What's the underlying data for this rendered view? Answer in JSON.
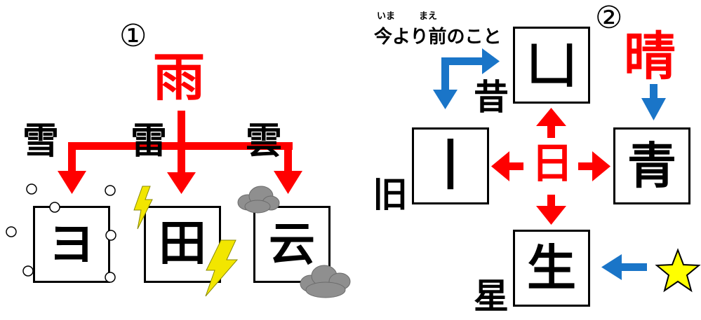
{
  "colors": {
    "red": "#ff0000",
    "blue": "#1a75c8",
    "black": "#000000",
    "cloud": "#8f8f8f",
    "lightning": "#f2e600",
    "star": "#ffff00"
  },
  "part1": {
    "number": "①",
    "main_kanji": "雨",
    "derived": [
      {
        "kanji": "雪",
        "component": "ヨ"
      },
      {
        "kanji": "雷",
        "component": "田"
      },
      {
        "kanji": "雲",
        "component": "云"
      }
    ]
  },
  "part2": {
    "number": "②",
    "note_text": "今より前のこと",
    "note_ruby_ima": "いま",
    "note_ruby_mae": "まえ",
    "center_kanji": "日",
    "boxes": {
      "top": "⼐",
      "left": "丨",
      "right": "青",
      "bottom": "生"
    },
    "labels": {
      "mukashi": "昔",
      "kyuu": "旧",
      "hare": "晴",
      "hoshi": "星"
    }
  }
}
